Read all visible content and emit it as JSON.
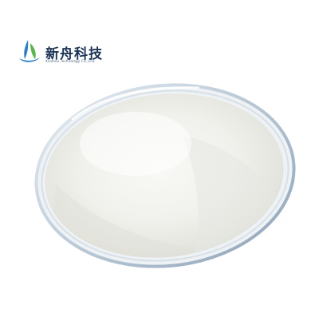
{
  "logo": {
    "name": "新舟科技",
    "subtitle": "Xinzhou Technology CO.,LTD",
    "colors": {
      "blue": "#2f7fc4",
      "green": "#5ab54a",
      "text": "#1d3557"
    }
  },
  "photo": {
    "subject-icon": "petri-dish-with-white-powder",
    "colors": {
      "background": "#ffffff",
      "powder": "#f4f4f1",
      "glass_rim": "#c9d6e2"
    }
  }
}
